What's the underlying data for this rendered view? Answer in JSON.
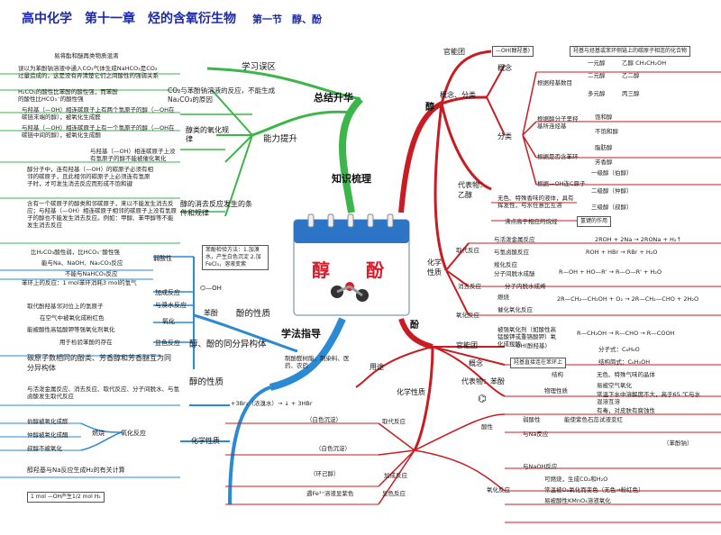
{
  "header": {
    "title": "高中化学　第十一章　烃的含氧衍生物",
    "section": "第一节　醇、酚"
  },
  "center": {
    "char1": "醇",
    "char2": "酚"
  },
  "branches": {
    "summary": "总结升华",
    "knowledge": "知识梳理",
    "method": "学法指导",
    "alcohol": "醇",
    "phenol": "酚"
  },
  "summary": {
    "study_zone": "学习误区",
    "study_note": "易将酯和醚再类物质混淆",
    "study_detail1": "误以为苯酚钠溶液中通入CO₂气体生成NaHCO₃是CO₂",
    "study_detail2": "过量造成的，这是没有弄清楚它们之间酸性的强弱关系",
    "ability": "能力提升",
    "acidity_detail1": "H₂CO₃的酸性比苯酚的酸性强，而苯酚",
    "acidity_detail2": "的酸性比HCO₃⁻的酸性强",
    "co2_reason": "CO₂与苯酚钠溶液的反应，不能生成Na₂CO₃的原因",
    "oxid_rule": "醇类的氧化规律",
    "oxid_1": "与羟基（—OH）相连碳原子上有两个氢原子的醇（—OH在碳链末端的醇），被氧化生成醛",
    "oxid_2": "与羟基（—OH）相连碳原子上有一个氢原子的醇（—OH在碳链中间的醇），被氧化生成酮",
    "oxid_3": "与羟基（—OH）相连碳原子上没有氢原子的醇不能被催化氧化",
    "elim_rule": "醇的消去反应发生的条件和规律",
    "elim_1": "醇分子中，连有羟基（—OH）的碳原子必须有相邻的碳原子，且此相邻的碳原子上必须连有氢原子时，才可发生消去反应而形成不饱和键",
    "elim_2": "含有一个碳原子的醇类和邻碳原子，来以不能发生消去反应；与羟基（—OH）相连碳原子相邻的碳原子上没有氢原子的醇也不能发生消去反应。例如：甲醇、苯甲醇等不能发生消去反应"
  },
  "method": {
    "phenol_props": "酚的性质",
    "benzene_phenol": "苯酚",
    "weak_acid": "弱酸性",
    "weak_acid_1": "比H₂CO₃酸性弱，比HCO₃⁻酸性强",
    "weak_acid_2": "能与Na、NaOH、Na₂CO₃反应",
    "weak_acid_3": "不能与NaHCO₃反应",
    "test_method": "苯酚检验方法：1.加溴水，产生白色沉淀 2.加FeCl₃，溶液变紫",
    "addition": "加成反应",
    "addition_1": "苯环上的反应：1 mol苯环消耗3 mol的氢气",
    "bromine": "与溴水反应",
    "bromine_1": "取代酚羟基邻对位上的氢原子",
    "oxidation": "氧化",
    "oxidation_1": "在空气中被氧化成粉红色",
    "oxidation_2": "能被酸性高锰酸钾等强氧化剂氧化",
    "color": "显色反应",
    "color_1": "用于检验苯酚的存在",
    "isomers": "醇、酚的同分异构体",
    "isomers_note": "碳原子数相同的酚类、芳香醇和芳香醚互为同分异构体",
    "alcohol_props": "醇的性质",
    "chem_props": "化学性质",
    "chem_props_1": "与活泼金属反应、消去反应、取代反应、分子间脱水、与氢卤酸发生取代反应",
    "oxid_branch": "氧化反应",
    "burn": "燃烧",
    "oxid_a": "伯醇被氧化成醛",
    "oxid_b": "仲醇被氧化成酮",
    "oxid_c": "叔醇不被氧化",
    "na_calc": "醇羟基与Na反应生成H₂的有关计算",
    "na_calc_1": "1 mol —OH产生1/2 mol H₂"
  },
  "alcohol": {
    "functional_group": "官能团",
    "fg_value": "—OH(醇羟基)",
    "concept_class": "概念、分类",
    "concept": "概念",
    "concept_value": "羟基与烃基或苯环侧链上的碳原子相连的化合物",
    "classify": "分类",
    "by_oh_count": "根据羟基数目",
    "one": "一元醇",
    "one_ex": "乙醇 CH₃CH₂OH",
    "two": "二元醇",
    "two_ex": "乙二醇",
    "many": "多元醇",
    "many_ex": "丙三醇",
    "by_structure": "根据醇分子里羟基所连烃基",
    "saturated": "饱和醇",
    "unsaturated": "不饱和醇",
    "by_ring": "根据是否含苯环",
    "aliphatic": "脂肪醇",
    "aromatic": "芳香醇",
    "by_carbon": "根据—OH连C原子",
    "primary": "一级醇（伯醇）",
    "secondary": "二级醇（仲醇）",
    "tertiary": "三级醇（叔醇）",
    "ethanol": "代表物：乙醇",
    "ethanol_1": "无色、特殊香味的液体，具有挥发性，与水任意比互溶",
    "ethanol_2": "沸点高于相应的烷烃",
    "hbond": "氢键的作用",
    "chem": "化学性质",
    "r_sub": "取代反应",
    "r_sub_1": "与活泼金属反应",
    "r_sub_1v": "2ROH + 2Na → 2RONa + H₂↑",
    "r_sub_2": "与氢卤酸反应",
    "r_sub_2v": "ROH + HBr → RBr + H₂O",
    "r_sub_3": "羧化反应",
    "r_sub_4": "分子间脱水成醚",
    "r_sub_4v": "R—OH + HO—R' → R—O—R' + H₂O",
    "r_elim": "消去反应",
    "r_elim_1": "分子内脱水成烯",
    "r_oxid": "氧化反应",
    "r_oxid_1": "燃烧",
    "r_oxid_2": "催化氧化反应",
    "r_oxid_3": "被强氧化剂（如酸性高锰酸钾或重铬酸钾）氧化成羧酸",
    "r_oxid_1v": "2R—CH₂—CH₂OH + O₂ → 2R—CH₂—CHO + 2H₂O",
    "r_oxid_3v": "R—CH₂OH → R—CHO → R—COOH"
  },
  "phenol": {
    "functional_group": "官能团",
    "fg_value": "—OH(酚羟基)",
    "concept": "概念",
    "concept_value": "羟基直接连在苯环上",
    "uses": "用途",
    "uses_value": "制酚醛树脂，制染料、医药、农药",
    "rep": "代表物：苯酚",
    "structure": "结构",
    "formula": "分子式：C₆H₆O",
    "struct_simple": "结构简式：C₆H₅OH",
    "physical": "物理性质",
    "phys_1": "无色、特殊气味的晶体",
    "phys_2": "易被空气氧化",
    "phys_3": "常温下水中溶解度不大，高于65 ℃与水混溶互溶",
    "phys_4": "有毒，对皮肤有腐蚀性",
    "chem": "化学性质",
    "subst": "取代反应",
    "subst_eq": "+3Br₂（浓溴水）→ ↓ + 3HBr",
    "subst_note": "（白色沉淀）",
    "nitr_note": "（白色沉淀）",
    "acid": "酸性",
    "acid_1": "弱酸性",
    "acid_1v": "能使紫色石蕊试液变红",
    "acid_2": "与Na反应",
    "acid_2v": "（苯酚钠）",
    "acid_3": "与NaOH反应",
    "add": "加成反应",
    "add_eq": "（环己醇）",
    "oxid": "氧化反应",
    "oxid_1": "可燃烧，生成CO₂和H₂O",
    "oxid_2": "常温被O₂氧化而变色（无色→粉红色）",
    "oxid_3": "易被酸性KMnO₄溶液氧化",
    "color": "显色反应",
    "color_v": "遇Fe³⁺溶液显紫色"
  }
}
